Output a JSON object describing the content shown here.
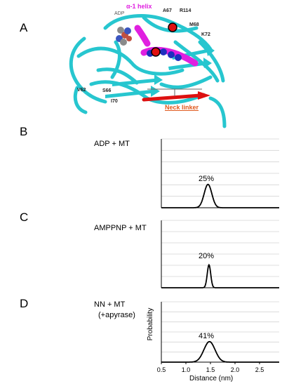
{
  "panels": {
    "a": {
      "letter": "A"
    },
    "b": {
      "letter": "B",
      "condition": "ADP + MT"
    },
    "c": {
      "letter": "C",
      "condition": "AMPPNP + MT"
    },
    "d": {
      "letter": "D",
      "condition": "NN + MT",
      "condition2": "(+apyrase)"
    }
  },
  "structure": {
    "labels": {
      "adp": "ADP",
      "helix": "α-1 helix",
      "a67": "A67",
      "r114": "R114",
      "m68": "M68",
      "k72": "K72",
      "v62": "V62",
      "s66": "S66",
      "i70": "I70",
      "neck": "Neck linker"
    },
    "colors": {
      "ribbon": "#27c6cf",
      "helix": "#e020e0",
      "neck": "#dd1111",
      "spin": "#1f2fbf",
      "neck_label": "#e05a1e"
    }
  },
  "chart_data": [
    {
      "type": "line",
      "panel": "B",
      "ylabel": "",
      "xlabel": "",
      "xlim": [
        0.5,
        2.9
      ],
      "peak_label": "25%",
      "series": [
        {
          "center": 1.45,
          "width": 0.11
        }
      ]
    },
    {
      "type": "line",
      "panel": "C",
      "ylabel": "",
      "xlabel": "",
      "xlim": [
        0.5,
        2.9
      ],
      "peak_label": "20%",
      "series": [
        {
          "center": 1.47,
          "width": 0.05
        }
      ]
    },
    {
      "type": "line",
      "panel": "D",
      "ylabel": "Probability",
      "xlabel": "Distance (nm)",
      "xlim": [
        0.5,
        2.9
      ],
      "xticks": [
        "0.5",
        "1.0",
        "1.5",
        "2.0",
        "2.5"
      ],
      "peak_label": "41%",
      "series": [
        {
          "center": 1.48,
          "width": 0.16
        }
      ]
    }
  ]
}
